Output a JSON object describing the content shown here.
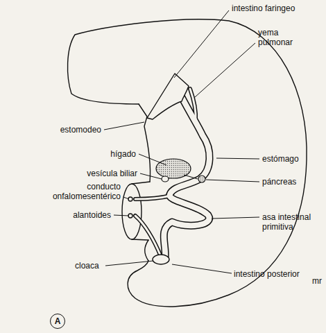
{
  "diagram": {
    "nodes": [
      {
        "text": [
          "A"
        ]
      }
    ],
    "labels": [
      "intestino faringeo",
      "yema pulmonar",
      "estomodeo",
      "estómago",
      "hígado",
      "vesícula biliar",
      "páncreas",
      "conducto onfalomesentérico",
      "alantoides",
      "asa intestinal primitiva",
      "cloaca",
      "intestino posterior",
      "mr"
    ]
  }
}
